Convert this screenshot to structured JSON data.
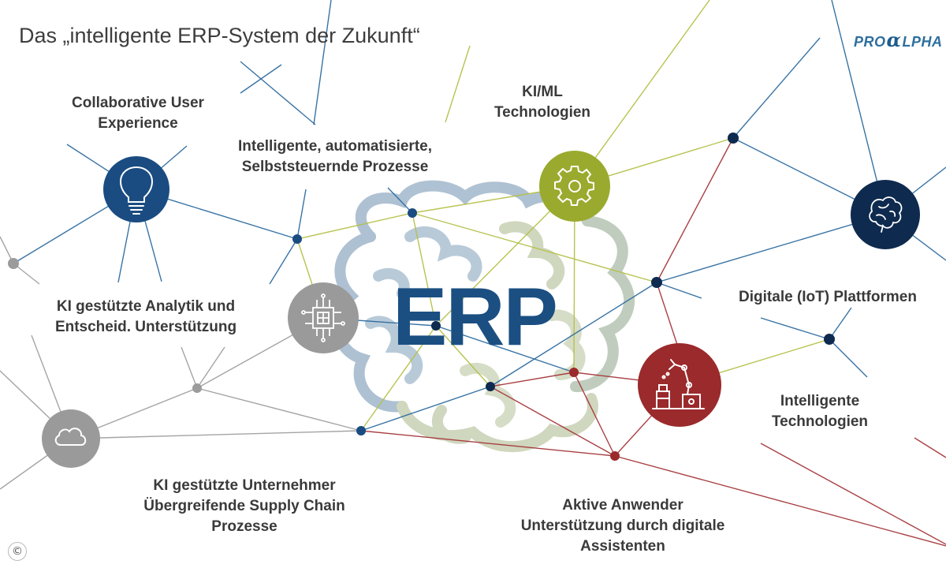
{
  "title": "Das „intelligente ERP-System der Zukunft“",
  "logo": {
    "left": "PRO",
    "mid": "α",
    "right": "LPHA"
  },
  "center_label": "ERP",
  "labels": {
    "collab": [
      "Collaborative User",
      "Experience"
    ],
    "prozesse": [
      "Intelligente, automatisierte,",
      "Selbststeuernde Prozesse"
    ],
    "kiml": [
      "KI/ML",
      "Technologien"
    ],
    "analytik": [
      "KI gestützte Analytik und",
      "Entscheid. Unterstützung"
    ],
    "iot": [
      "Digitale (IoT) Plattformen"
    ],
    "intech": [
      "Intelligente",
      "Technologien"
    ],
    "supply": [
      "KI gestützte Unternehmer",
      "Übergreifende Supply Chain",
      "Prozesse"
    ],
    "assist": [
      "Aktive Anwender",
      "Unterstützung durch digitale",
      "Assistenten"
    ]
  },
  "copyright": "©",
  "colors": {
    "navy": "#1a4c82",
    "darknavy": "#0e2a4f",
    "olive": "#9aaa2e",
    "red": "#9a2a2c",
    "gray": "#9b9b9b",
    "blueline": "#2e6ca0",
    "oliveline": "#b5c048",
    "redline": "#a5363a"
  },
  "icons": {
    "lightbulb": "lightbulb-icon",
    "gear": "gear-icon",
    "brain": "brain-icon",
    "chip": "chip-icon",
    "robot": "robot-arm-icon",
    "cloud": "cloud-icon"
  }
}
